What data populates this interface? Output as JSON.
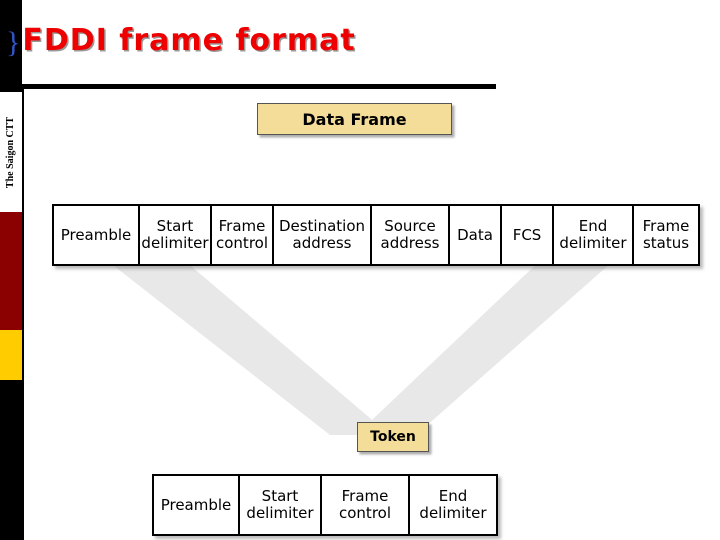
{
  "slide": {
    "bullet_glyph": "}",
    "title": "FDDI frame format",
    "side_label": "The Saigon CTT"
  },
  "diagram": {
    "data_frame": {
      "header_label": "Data Frame",
      "fields": [
        {
          "line1": "Preamble",
          "line2": "",
          "width": 86
        },
        {
          "line1": "Start",
          "line2": "delimiter",
          "width": 72
        },
        {
          "line1": "Frame",
          "line2": "control",
          "width": 62
        },
        {
          "line1": "Destination",
          "line2": "address",
          "width": 98
        },
        {
          "line1": "Source",
          "line2": "address",
          "width": 78
        },
        {
          "line1": "Data",
          "line2": "",
          "width": 52
        },
        {
          "line1": "FCS",
          "line2": "",
          "width": 52
        },
        {
          "line1": "End",
          "line2": "delimiter",
          "width": 80
        },
        {
          "line1": "Frame",
          "line2": "status",
          "width": 64
        }
      ]
    },
    "token": {
      "header_label": "Token",
      "fields": [
        {
          "line1": "Preamble",
          "line2": "",
          "width": 86
        },
        {
          "line1": "Start",
          "line2": "delimiter",
          "width": 82
        },
        {
          "line1": "Frame",
          "line2": "control",
          "width": 88
        },
        {
          "line1": "End",
          "line2": "delimiter",
          "width": 86
        }
      ]
    }
  },
  "colors": {
    "title_red": "#ee0000",
    "bullet_blue": "#3355cc",
    "pill_fill": "#f3dd98",
    "strip_darkred": "#8b0000",
    "strip_gold": "#ffcc00",
    "funnel_grey": "#e8e8e8"
  }
}
